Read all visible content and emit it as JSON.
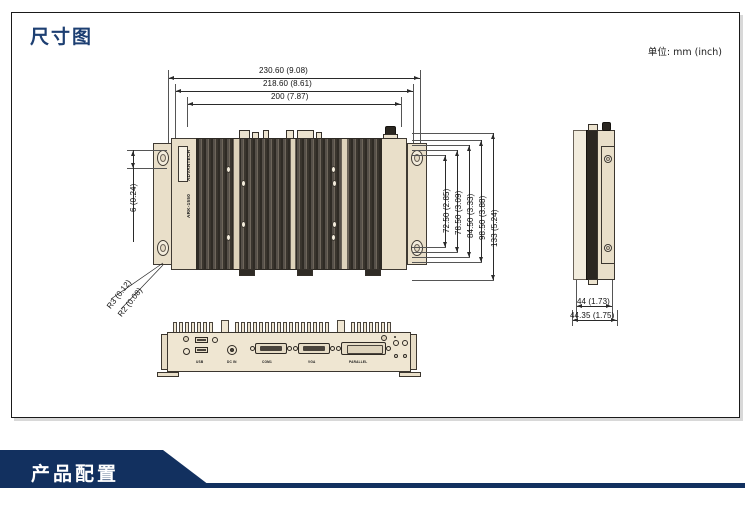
{
  "page": {
    "section_title": "尺寸图",
    "unit_label": "单位: mm (inch)",
    "accent_color": "#12305f",
    "title_color": "#1d3f72"
  },
  "drawing": {
    "top_dimensions": [
      {
        "label": "230.60 (9.08)"
      },
      {
        "label": "218.60 (8.61)"
      },
      {
        "label": "200 (7.87)"
      }
    ],
    "right_dimensions": [
      {
        "label": "72.50 (2.85)"
      },
      {
        "label": "78.50 (3.09)"
      },
      {
        "label": "84.50 (3.33)"
      },
      {
        "label": "98.50 (3.88)"
      },
      {
        "label": "133 (5.24)"
      }
    ],
    "left_dimensions": [
      {
        "label": "6 (0.24)"
      }
    ],
    "radius_callouts": [
      {
        "label": "R3 (0.12)"
      },
      {
        "label": "R2 (0.08)"
      }
    ],
    "side_view_dimensions": [
      {
        "label": "44 (1.73)"
      },
      {
        "label": "44.35 (1.75)"
      }
    ],
    "device": {
      "brand": "ADVANTECH",
      "model": "ARK-1550",
      "body_color": "#e9dfc9",
      "fin_color": "#2f2b25"
    },
    "front_panel_ports": [
      {
        "label": "USB"
      },
      {
        "label": "DC IN"
      },
      {
        "label": "COM1"
      },
      {
        "label": "VGA"
      },
      {
        "label": "PARALLEL"
      }
    ]
  },
  "footer": {
    "banner_title": "产品配置"
  }
}
